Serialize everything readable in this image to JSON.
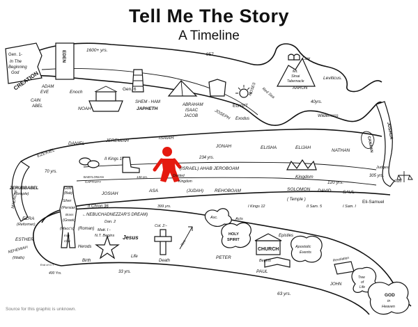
{
  "title": "Tell Me The Story",
  "subtitle": "A Timeline",
  "source_note": "Source for this graphic is unknown.",
  "colors": {
    "ink": "#111111",
    "marker": "#e5190f",
    "paper": "#ffffff"
  },
  "labels": {
    "genesis": "Gen. 1-",
    "in_the": "In The",
    "beginning": "Beginning",
    "god_top": "God",
    "creation": "CREATION",
    "eden": "EDEN",
    "adam": "ADAM",
    "eve": "EVE",
    "cain": "CAIN",
    "abel": "ABEL",
    "enoch": "Enoch",
    "noah": "NOAH",
    "gen6": "Gen. 6",
    "years_1600": "1600+ yrs.",
    "years_857": "857",
    "shem_ham": "SHEM - HAM",
    "japheth": "JAPHETH",
    "abraham": "ABRAHAM",
    "isaac": "ISAAC",
    "jacob": "JACOB",
    "joseph": "JOSEPH",
    "egypt": "EGYPT",
    "moses": "MOSES",
    "red_sea": "Red Sea",
    "exodus": "Exodus",
    "law": "Law",
    "mt_sinai": "Mt.",
    "sinai": "Sinai",
    "tabernacle": "Tabernacle",
    "aaron": "AARON",
    "leviticus": "Leviticus.",
    "yrs40": "40yrs.",
    "wilderness": "Wilderness",
    "joshua": "JOSHUA",
    "canaan": "CANAAN",
    "judges": "Judges",
    "yrs305": "305 yrs.",
    "ruth": "Ruth",
    "eli_samuel": "Eli-Samuel",
    "ezekiel": "EZEKIEL",
    "daniel": "DANIEL",
    "jeremiah": "JEREMIAH",
    "isaiah": "ISAIAH",
    "jonah": "JONAH",
    "elisha": "ELISHA",
    "elijah": "ELIJAH",
    "nathan": "NATHAN",
    "malachi": "MALACHI",
    "yrs70": "70 yrs.",
    "babylonian": "BABYLONIAN",
    "captivity": "CAPTIVITY",
    "two_kings": "II Kings 17",
    "yrs_small": "130 yrs.",
    "yrs234": "234 yrs.",
    "israel": "(ISRAEL) AHAB JEROBOAM",
    "divided": "Divided",
    "kingdom_div": "Kingdom",
    "kingdom": "Kingdom",
    "yrs120": "120 yrs.",
    "zerubbabel": "ZERUBBABEL",
    "temple_z": "(Temple)",
    "josiah": "JOSIAH",
    "asa": "ASA",
    "judah": "(JUDAH)",
    "rehoboam": "REHOBOAM",
    "solomon": "SOLOMON",
    "david": "DAVID",
    "saul": "SAUL",
    "temple": "( Temple )",
    "two_chron": "II Chron 36",
    "yrs399": "399 yrs.",
    "one_kings": "I Kings 12",
    "two_sam": "II Sam. 5",
    "one_sam": "I Sam. I",
    "ezra": "EZRA",
    "reformer": "(Reformer)",
    "esther": "ESTHER",
    "nehemiah": "NEHEMIAH",
    "walls": "(Walls)",
    "end_ot": "End of O.T.",
    "gold": "Gold",
    "bab": "(Bab)",
    "silver": "Silver",
    "persian": "(Persian)",
    "brass": "Brass",
    "greek": "(Greek)",
    "maccs": "(Macc's)",
    "iron": "Iron",
    "clay": "Clay",
    "roman": "(Roman)",
    "herods": "Herods",
    "dream": "←NEBUCHADNEZZAR'S DREAM)",
    "dan2": "Dan. 2",
    "matt": "Matt. I -",
    "nt_begins": "N.T. Begins",
    "jesus": "Jesus",
    "col2": "Col. 2:-",
    "asc": "Asc.",
    "res": "Res.",
    "birth": "Birth",
    "life": "Life",
    "death": "Death",
    "yrs400": "400 Yrs.",
    "yrs33": "33 yrs.",
    "acts": "Acts",
    "holy": "HOLY",
    "spirit": "SPIRIT",
    "church": "CHURCH",
    "begins": "Begins",
    "epistles": "Epistles",
    "apostolic": "Apostolic",
    "events": "Events",
    "peter": "PETER",
    "paul": "PAUL",
    "john": "JOHN",
    "yrs63": "63 yrs.",
    "revelation": "Revelation",
    "tree_of": "Tree",
    "of": "of",
    "life_tree": "Life",
    "god": "GOD",
    "in": "in",
    "heaven": "Heaven"
  }
}
